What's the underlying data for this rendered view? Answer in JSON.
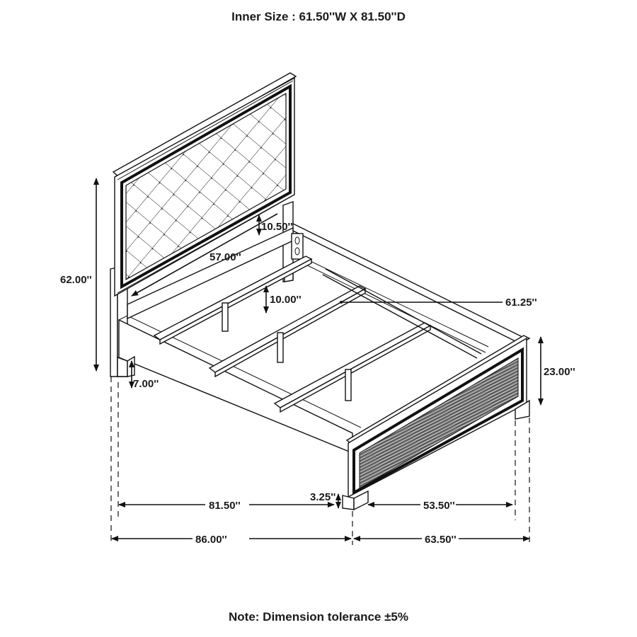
{
  "header": {
    "inner_size": "Inner Size : 61.50''W X 81.50''D"
  },
  "footer": {
    "note": "Note: Dimension tolerance ±5%"
  },
  "dimensions": {
    "headboard_height": "62.00''",
    "headboard_panel_width": "57.00''",
    "headboard_rail_gap": "10.50''",
    "slat_clearance": "10.00''",
    "inner_width_rail": "61.25''",
    "footboard_height": "23.00''",
    "leg_clearance": "7.00''",
    "foot_leg_height": "3.25''",
    "inner_length": "81.50''",
    "footboard_panel_width": "53.50''",
    "overall_length": "86.00''",
    "overall_width": "63.50''"
  },
  "colors": {
    "line": "#111111",
    "background": "#ffffff"
  }
}
